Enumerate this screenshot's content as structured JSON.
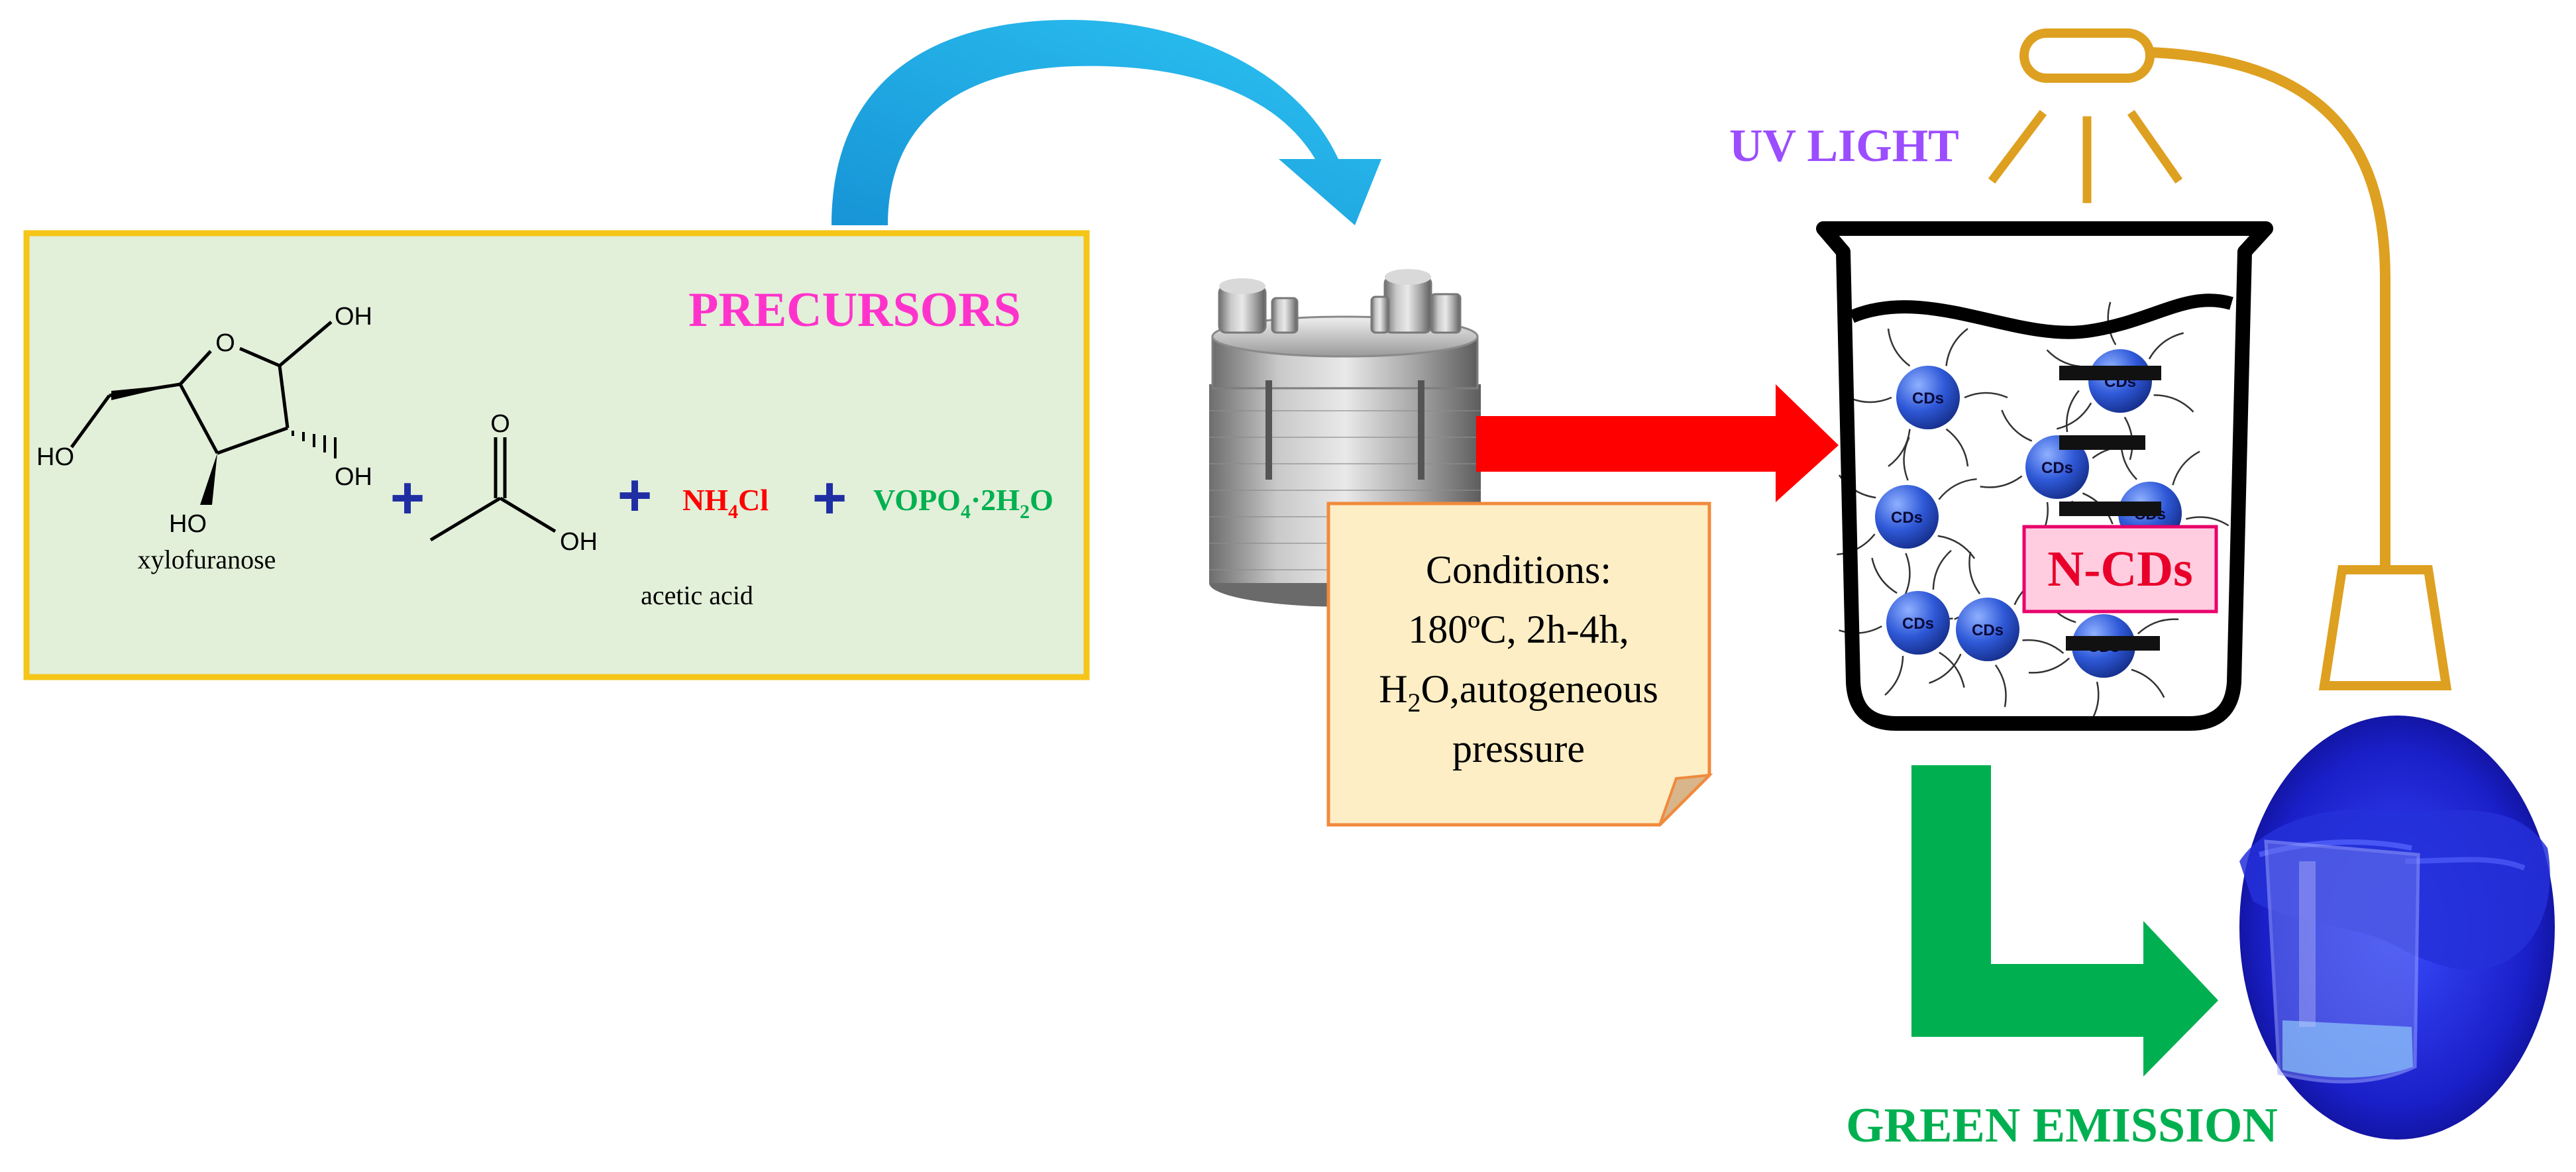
{
  "precursors": {
    "title": "PRECURSORS",
    "xylofuranose_label": "xylofuranose",
    "acetic_acid_label": "acetic acid",
    "oh": "OH",
    "ho": "HO",
    "o_ring": "O",
    "o_carbonyl": "O",
    "plus": "+",
    "nh4cl": {
      "a": "NH",
      "b": "4",
      "c": "Cl"
    },
    "vopo": {
      "a": "VOPO",
      "b": "4",
      "c": "·2H",
      "d": "2",
      "e": "O"
    }
  },
  "conditions": {
    "line1": "Conditions:",
    "line2": "180ºC, 2h-4h,",
    "line3_a": "H",
    "line3_b": "2",
    "line3_c": "O,autogeneous",
    "line4": "pressure"
  },
  "uv_label": "UV LIGHT",
  "product_label": "N-CDs",
  "dot_label": "CDs",
  "emission_label": "GREEN EMISSION",
  "colors": {
    "precursor_box_fill": "#e2efd9",
    "precursor_box_border": "#f5c518",
    "precursors_title": "#ff33cc",
    "plus": "#1f2ea3",
    "nh4cl": "#ff0000",
    "vopo": "#00b050",
    "curved_arrow": "#1fb2e8",
    "red_arrow": "#ff0000",
    "green_arrow": "#00b050",
    "uv": "#9b4dff",
    "lamp": "#dea020",
    "conditions_fill": "#fdeec6",
    "conditions_border": "#f08a3c",
    "product_fill": "#ffcce0",
    "product_text": "#e8002a",
    "dots": "#2f59d8"
  }
}
